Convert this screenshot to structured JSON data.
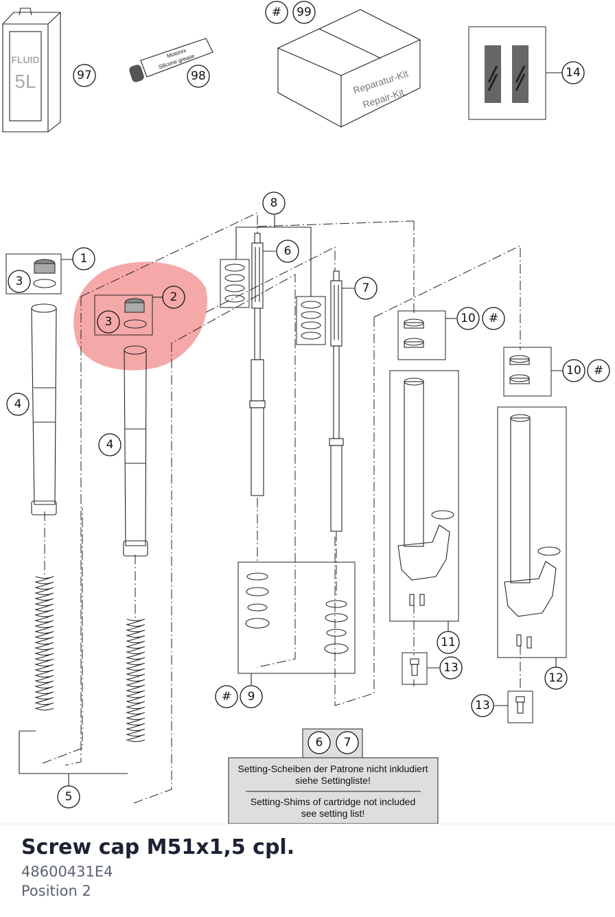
{
  "callouts": {
    "c97": "97",
    "c98": "98",
    "c99": "99",
    "c99hash": "#",
    "c14": "14",
    "c8": "8",
    "c1": "1",
    "c3a": "3",
    "c2": "2",
    "c3b": "3",
    "c6": "6",
    "c7": "7",
    "c4a": "4",
    "c4b": "4",
    "c10a": "10",
    "c10ahash": "#",
    "c10b": "10",
    "c10bhash": "#",
    "c11": "11",
    "c12": "12",
    "c13a": "13",
    "c13b": "13",
    "c9": "9",
    "c9hash": "#",
    "c5": "5",
    "c6b": "6",
    "c7b": "7"
  },
  "labels": {
    "fluid_can_text_1": "FLUID",
    "fluid_can_text_2": "5L",
    "tube_text_1": "Motorex",
    "tube_text_2": "Silicone grease",
    "kit_text_1": "Reparatur-Kit",
    "kit_text_2": "Repair-Kit"
  },
  "note": {
    "de_line1": "Setting-Scheiben der Patrone nicht inkludiert",
    "de_line2": "siehe Settingliste!",
    "en_line1": "Setting-Shims of cartridge not included",
    "en_line2": "see setting list!"
  },
  "colors": {
    "highlight": "#f28b8b",
    "note_bg": "#dedede",
    "title": "#1c2233",
    "subtext": "#5a6270"
  },
  "part_info": {
    "title": "Screw cap M51x1,5 cpl.",
    "part_number": "48600431E4",
    "position": "Position 2"
  }
}
